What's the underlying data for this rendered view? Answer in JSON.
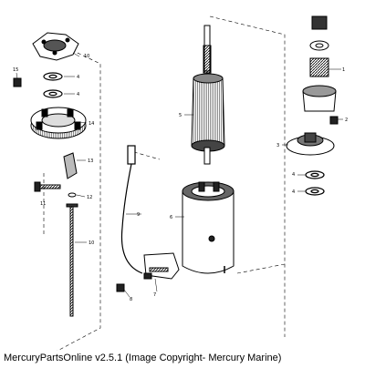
{
  "caption": "MercuryPartsOnline v2.5.1 (Image Copyright- Mercury Marine)",
  "labels": [
    "1",
    "2",
    "3",
    "4",
    "4",
    "4",
    "4",
    "5",
    "6",
    "7",
    "8",
    "9",
    "10",
    "10",
    "11",
    "12",
    "13",
    "14",
    "15"
  ],
  "colors": {
    "ink": "#000000",
    "background": "#ffffff"
  }
}
